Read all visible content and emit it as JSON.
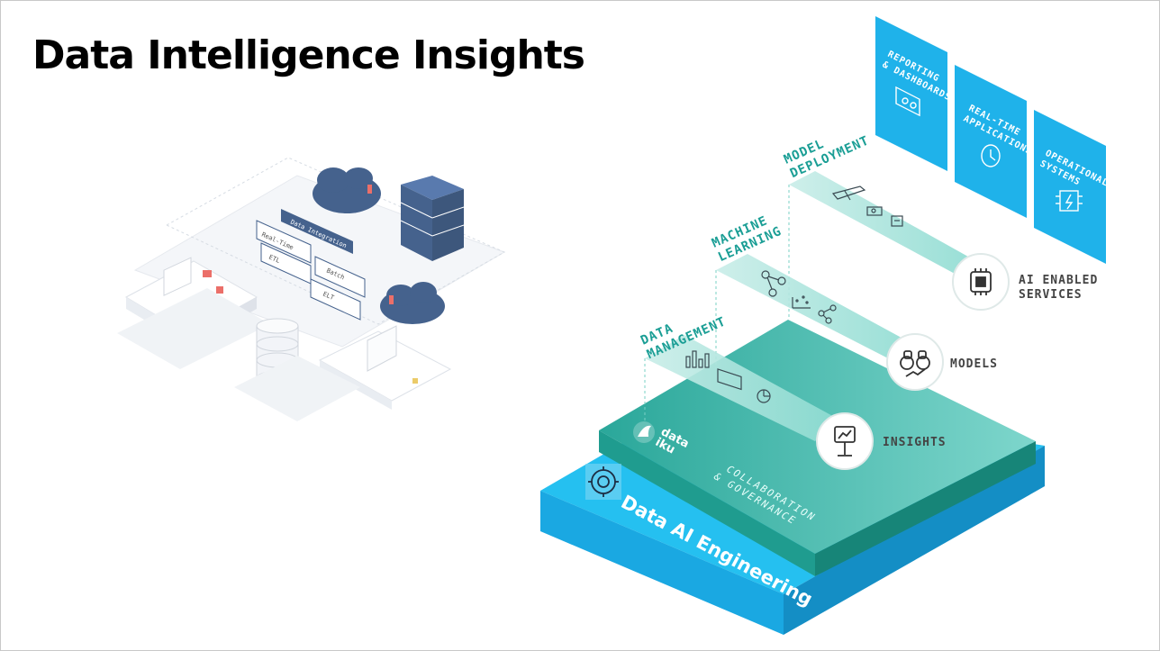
{
  "title": "Data Intelligence Insights",
  "left_diagram": {
    "labels": [
      "Real-Time",
      "ETL",
      "Batch",
      "ELT",
      "Data Integration"
    ]
  },
  "stages": [
    {
      "line1": "DATA",
      "line2": "MANAGEMENT"
    },
    {
      "line1": "MACHINE",
      "line2": "LEARNING"
    },
    {
      "line1": "MODEL",
      "line2": "DEPLOYMENT"
    }
  ],
  "outputs": {
    "insights": "INSIGHTS",
    "models": "MODELS",
    "ai_line1": "AI ENABLED",
    "ai_line2": "SERVICES"
  },
  "tiles": [
    {
      "line1": "REPORTING",
      "line2": "& DASHBOARDS"
    },
    {
      "line1": "REAL-TIME",
      "line2": "APPLICATIONS"
    },
    {
      "line1": "OPERATIONAL",
      "line2": "SYSTEMS"
    }
  ],
  "platform": {
    "logo_line1": "data",
    "logo_line2": "iku",
    "collab_line1": "COLLABORATION",
    "collab_line2": "& GOVERNANCE",
    "base_label": "Data AI Engineering"
  },
  "colors": {
    "teal": "#2bb5a6",
    "teal_dark": "#1a8f84",
    "blue": "#1fb2ea",
    "blue_dark": "#1490c4"
  }
}
